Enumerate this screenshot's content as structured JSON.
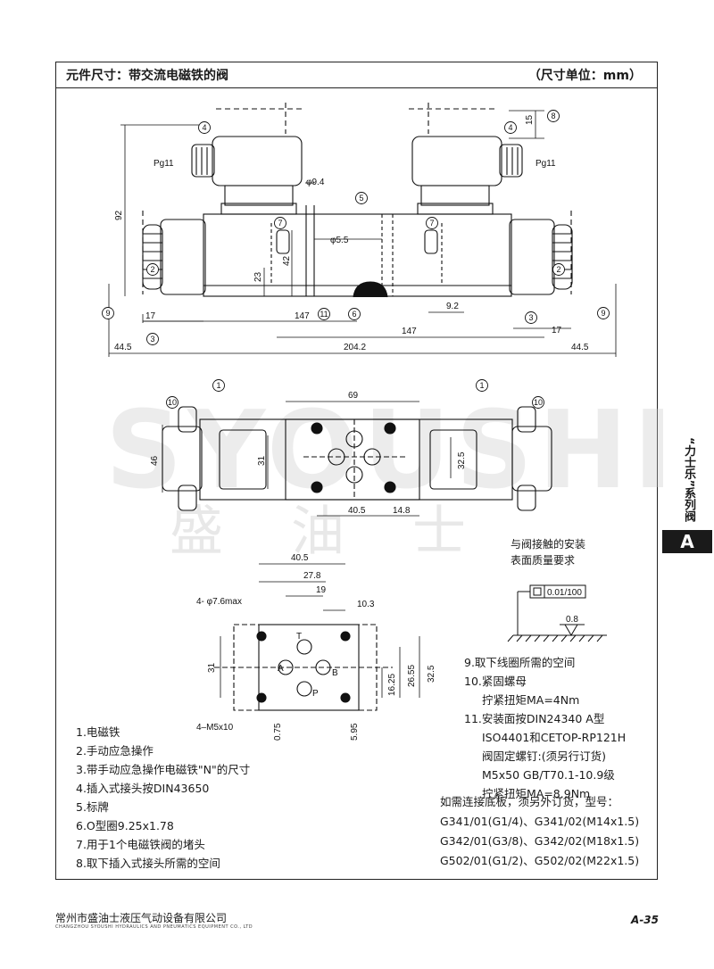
{
  "header": {
    "title": "元件尺寸：带交流电磁铁的阀",
    "unit": "（尺寸单位：mm）"
  },
  "side_tab": {
    "series": "“力士乐”系列阀",
    "letter": "A"
  },
  "watermark": {
    "en": "SYOUSHI",
    "cn": "盛油士"
  },
  "drawing_labels": {
    "pg_left": "Pg11",
    "pg_right": "Pg11",
    "d92": "92",
    "d15": "15",
    "d94": "φ9.4",
    "d55": "φ5.5",
    "d42": "42",
    "d23": "23",
    "d17l": "17",
    "d17r": "17",
    "d147a": "147",
    "d147b": "147",
    "d92b": "9.2",
    "d445l": "44.5",
    "d445r": "44.5",
    "d2042": "204.2",
    "d69": "69",
    "d46": "46",
    "d31a": "31",
    "d325a": "32.5",
    "d405a": "40.5",
    "d148": "14.8",
    "b405": "40.5",
    "b278": "27.8",
    "b19": "19",
    "b103": "10.3",
    "b76": "4- φ7.6max",
    "b31": "31",
    "b2655": "26.55",
    "b325": "32.5",
    "b1625": "16.25",
    "b075": "0.75",
    "b595": "5.95",
    "bm5": "4–M5x10",
    "pT": "T",
    "pA": "A",
    "pB": "B",
    "pP": "P",
    "flat": "0.01/100",
    "rough": "0.8"
  },
  "callouts": [
    "1",
    "2",
    "3",
    "4",
    "5",
    "6",
    "7",
    "8",
    "9",
    "10",
    "11"
  ],
  "surface_note": [
    "与阀接触的安装",
    "表面质量要求"
  ],
  "notes_left": [
    "1.电磁铁",
    "2.手动应急操作",
    "3.带手动应急操作电磁铁\"N\"的尺寸",
    "4.插入式接头按DIN43650",
    "5.标牌",
    "6.O型圈9.25x1.78",
    "7.用于1个电磁铁阀的堵头",
    "8.取下插入式接头所需的空间"
  ],
  "notes_right": [
    "9.取下线圈所需的空间",
    "10.紧固螺母",
    "拧紧扭矩MA=4Nm",
    "11.安装面按DIN24340 A型",
    "ISO4401和CETOP-RP121H",
    "阀固定螺钉:(须另行订货)",
    "M5x50 GB/T70.1-10.9级",
    "拧紧扭矩MA=8.9Nm"
  ],
  "order_note": [
    "如需连接底板，须另外订货，型号：",
    "G341/01(G1/4)、G341/02(M14x1.5)",
    "G342/01(G3/8)、G342/02(M18x1.5)",
    "G502/01(G1/2)、G502/02(M22x1.5)"
  ],
  "footer": {
    "company": "常州市盛油士液压气动设备有限公司",
    "company_en": "CHANGZHOU SYOUSHI HYDRAULICS AND PNEUMATICS EQUIPMENT CO., LTD",
    "page": "A-35"
  }
}
